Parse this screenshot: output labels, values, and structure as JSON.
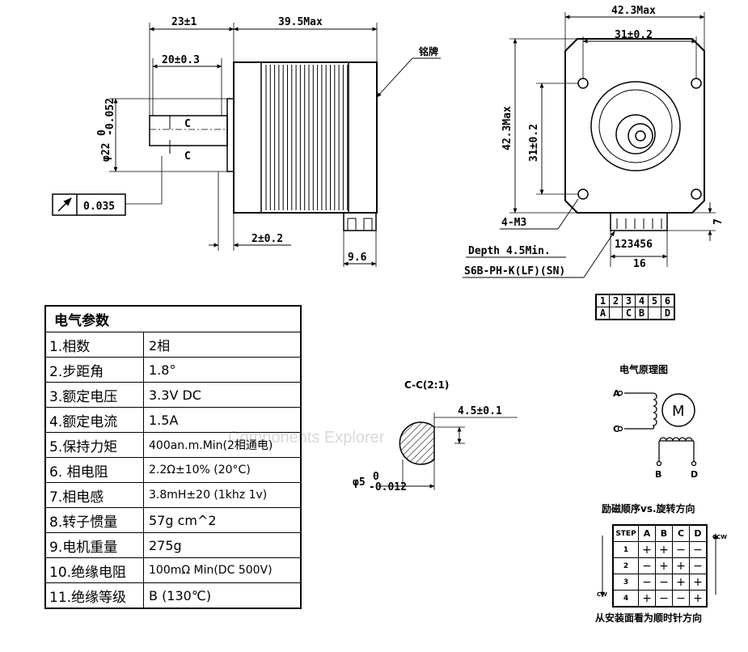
{
  "watermark": "Components Explorer",
  "side_view": {
    "dim_shaft_length": "23±1",
    "dim_shaft_flat": "20±0.3",
    "dim_body_length": "39.5Max",
    "dim_boss_diameter": "φ22",
    "dim_boss_tol": "-0.052",
    "dim_boss_tol_upper": "0",
    "runout": "0.035",
    "dim_boss_height": "2±0.2",
    "dim_connector": "9.6",
    "section_mark": "C",
    "nameplate_note": "铭牌"
  },
  "front_view": {
    "dim_width": "42.3Max",
    "dim_hole_spacing_h": "31±0.2",
    "dim_height": "42.3Max",
    "dim_hole_spacing_v": "31±0.2",
    "dim_connector_height": "7",
    "holes_note": "4-M3",
    "depth_note": "Depth 4.5Min.",
    "pin_numbers": "123456",
    "dim_connector_width": "16",
    "connector_part": "S6B-PH-K(LF)(SN)"
  },
  "pin_table": {
    "numbers": [
      "1",
      "2",
      "3",
      "4",
      "5",
      "6"
    ],
    "signals": [
      "A",
      "",
      "C",
      "B",
      "",
      "D"
    ]
  },
  "section_view": {
    "title": "C-C(2:1)",
    "dim_flat": "4.5±0.1",
    "dim_diameter": "φ5",
    "dim_diameter_tol": "-0.012",
    "dim_diameter_tol_upper": "0"
  },
  "params": {
    "title": "电气参数",
    "rows": [
      {
        "k": "1.相数",
        "v": "2相"
      },
      {
        "k": "2.步距角",
        "v": "1.8°"
      },
      {
        "k": "3.额定电压",
        "v": "3.3V DC"
      },
      {
        "k": "4.额定电流",
        "v": "1.5A"
      },
      {
        "k": "5.保持力矩",
        "v": "400an.m.Min(2相通电)"
      },
      {
        "k": "6. 相电阻",
        "v": "2.2Ω±10% (20°C)"
      },
      {
        "k": "7.相电感",
        "v": "3.8mH±20 (1khz 1v)"
      },
      {
        "k": "8.转子惯量",
        "v": "57g cm^2"
      },
      {
        "k": "9.电机重量",
        "v": "275g"
      },
      {
        "k": "10.绝缘电阻",
        "v": "100mΩ Min(DC 500V)"
      },
      {
        "k": "11.绝缘等级",
        "v": "B (130℃)"
      }
    ]
  },
  "schematic": {
    "title": "电气原理图",
    "a": "A",
    "c": "C",
    "b": "B",
    "d": "D",
    "motor": "M"
  },
  "step_table": {
    "title": "励磁顺序vs.旋转方向",
    "headers": [
      "STEP",
      "A",
      "B",
      "C",
      "D"
    ],
    "rows": [
      [
        "1",
        "+",
        "+",
        "−",
        "−"
      ],
      [
        "2",
        "−",
        "+",
        "+",
        "−"
      ],
      [
        "3",
        "−",
        "−",
        "+",
        "+"
      ],
      [
        "4",
        "+",
        "−",
        "−",
        "+"
      ]
    ],
    "ccw": "CCW",
    "cw": "CW",
    "footer": "从安装面看为顺时针方向"
  }
}
